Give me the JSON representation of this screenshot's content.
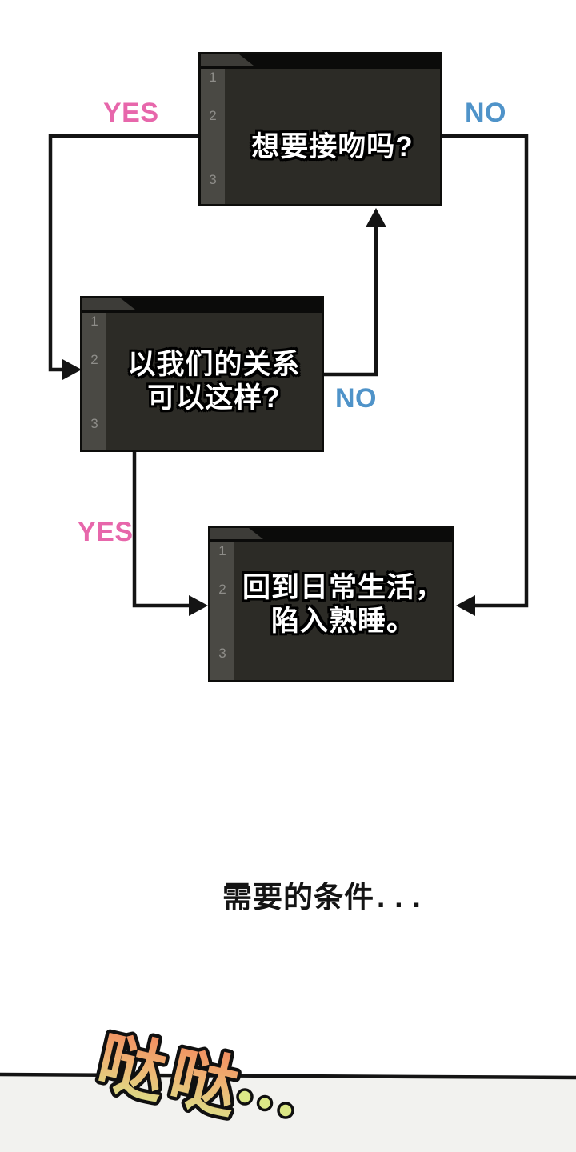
{
  "flowchart": {
    "line_color": "#141414",
    "yes_color": "#e767ab",
    "no_color": "#4f93c9",
    "yes_top_label": "YES",
    "no_top_label": "NO",
    "no_mid_label": "NO",
    "yes_mid_label": "YES",
    "nodes": [
      {
        "sidebar": [
          "1",
          "2",
          "3"
        ],
        "lines": [
          "想要接吻吗?",
          ""
        ]
      },
      {
        "sidebar": [
          "1",
          "2",
          "3"
        ],
        "lines": [
          "以我们的关系",
          "可以这样?"
        ]
      },
      {
        "sidebar": [
          "1",
          "2",
          "3"
        ],
        "lines": [
          "回到日常生活，",
          "陷入熟睡。"
        ]
      }
    ]
  },
  "caption": {
    "text": "需要的条件",
    "ellipsis": "..."
  },
  "sfx": {
    "char1": "哒",
    "char2": "哒",
    "gradient_top": "#f08a5e",
    "gradient_mid": "#efb272",
    "gradient_bottom": "#d9e38a",
    "dot_fill": "#dce886",
    "outline_color": "#101010",
    "panel_below_color": "#f2f2ef"
  }
}
